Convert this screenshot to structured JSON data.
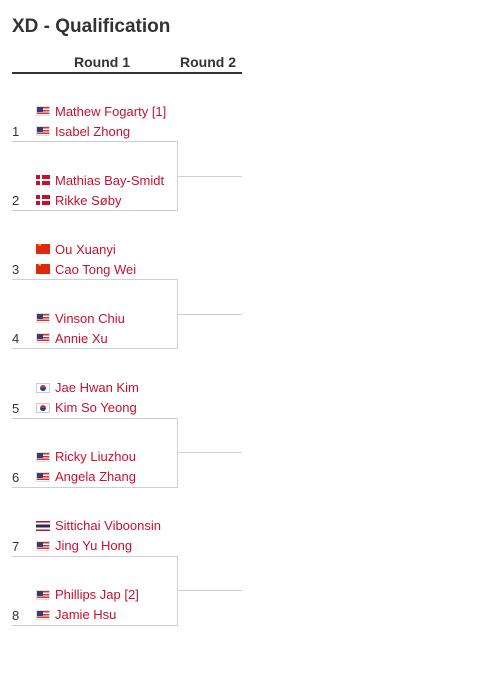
{
  "title": "XD - Qualification",
  "columns": [
    "Round 1",
    "Round 2"
  ],
  "matches": [
    {
      "seed": "1",
      "players": [
        {
          "name": "Mathew Fogarty [1]",
          "flag": "us-flag-icon"
        },
        {
          "name": "Isabel Zhong",
          "flag": "us-flag-icon"
        }
      ]
    },
    {
      "seed": "2",
      "players": [
        {
          "name": "Mathias Bay-Smidt",
          "flag": "dk-flag-icon"
        },
        {
          "name": "Rikke Søby",
          "flag": "dk-flag-icon"
        }
      ]
    },
    {
      "seed": "3",
      "players": [
        {
          "name": "Ou Xuanyi",
          "flag": "cn-flag-icon"
        },
        {
          "name": "Cao Tong Wei",
          "flag": "cn-flag-icon"
        }
      ]
    },
    {
      "seed": "4",
      "players": [
        {
          "name": "Vinson Chiu",
          "flag": "us-flag-icon"
        },
        {
          "name": "Annie Xu",
          "flag": "us-flag-icon"
        }
      ]
    },
    {
      "seed": "5",
      "players": [
        {
          "name": "Jae Hwan Kim",
          "flag": "kr-flag-icon"
        },
        {
          "name": "Kim So Yeong",
          "flag": "kr-flag-icon"
        }
      ]
    },
    {
      "seed": "6",
      "players": [
        {
          "name": "Ricky Liuzhou",
          "flag": "us-flag-icon"
        },
        {
          "name": "Angela Zhang",
          "flag": "us-flag-icon"
        }
      ]
    },
    {
      "seed": "7",
      "players": [
        {
          "name": "Sittichai Viboonsin",
          "flag": "th-flag-icon"
        },
        {
          "name": "Jing Yu Hong",
          "flag": "us-flag-icon"
        }
      ]
    },
    {
      "seed": "8",
      "players": [
        {
          "name": "Phillips Jap [2]",
          "flag": "us-flag-icon"
        },
        {
          "name": "Jamie Hsu",
          "flag": "us-flag-icon"
        }
      ]
    }
  ]
}
